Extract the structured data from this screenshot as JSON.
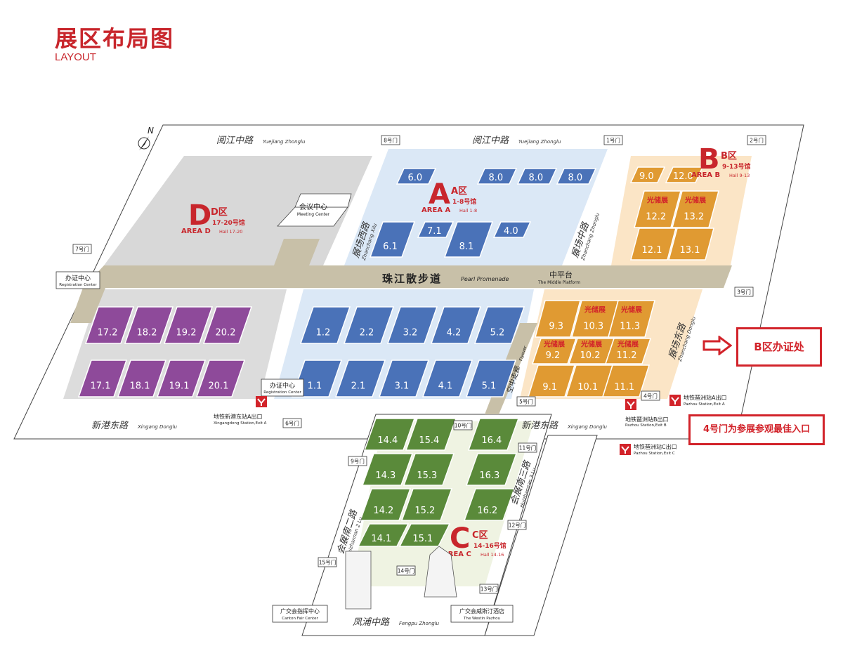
{
  "header": {
    "title": "展区布局图",
    "subtitle": "LAYOUT"
  },
  "colors": {
    "area_a": "#4a72b8",
    "area_b": "#e09a32",
    "area_c": "#5a8a3a",
    "area_d": "#8e4a9a",
    "accent_red": "#c8262c"
  },
  "icons": {
    "north": "compass-north-icon",
    "metro": "metro-station-icon",
    "arrow": "arrow-right-icon"
  },
  "north_label": "N",
  "roads": {
    "yuejiang_west": {
      "cn": "阅江中路",
      "en": "Yuejiang Zhonglu"
    },
    "yuejiang_east": {
      "cn": "阅江中路",
      "en": "Yuejiang Zhonglu"
    },
    "xingang_west": {
      "cn": "新港东路",
      "en": "Xingang Donglu"
    },
    "xingang_east": {
      "cn": "新港东路",
      "en": "Xingang Donglu"
    },
    "zhanchang_xi": {
      "cn": "展场西路",
      "en": "Zhanchang Xilu"
    },
    "zhanchang_zhong": {
      "cn": "展场中路",
      "en": "Zhanchang Zhonglu"
    },
    "zhanchang_dong": {
      "cn": "展场东路",
      "en": "Zhanchang Donglu"
    },
    "huizhan_nan_er": {
      "cn": "会展南二路",
      "en": "Huizhannan 2 Lu"
    },
    "huizhan_nan_san": {
      "cn": "会展南三路",
      "en": "Huizhannan 3 Lu"
    },
    "fengpu": {
      "cn": "凤浦中路",
      "en": "Fengpu Zhonglu"
    }
  },
  "promenade": {
    "cn": "珠江散步道",
    "en": "Pearl Promenade"
  },
  "middle_platform": {
    "cn": "中平台",
    "en": "The Middle Platform"
  },
  "flyover": {
    "cn": "空中走廊",
    "en": "Flyover"
  },
  "meeting_center": {
    "cn": "会议中心",
    "en": "Meeting Center"
  },
  "registration_west": {
    "cn": "办证中心",
    "en": "Registration Center"
  },
  "registration_mid": {
    "cn": "办证中心",
    "en": "Registration Center"
  },
  "areas": {
    "A": {
      "letter": "A",
      "cn": "A区",
      "halls": "1-8号馆",
      "en": "AREA A",
      "en_halls": "Hall 1-8"
    },
    "B": {
      "letter": "B",
      "cn": "B区",
      "halls": "9-13号馆",
      "en": "AREA B",
      "en_halls": "Hall 9-13"
    },
    "C": {
      "letter": "C",
      "cn": "C区",
      "halls": "14-16号馆",
      "en": "AREA C",
      "en_halls": "Hall 14-16"
    },
    "D": {
      "letter": "D",
      "cn": "D区",
      "halls": "17-20号馆",
      "en": "AREA D",
      "en_halls": "Hall 17-20"
    }
  },
  "halls_a": [
    "6.0",
    "8.0",
    "8.0",
    "8.0",
    "6.1",
    "7.1",
    "8.1",
    "4.0",
    "1.2",
    "2.2",
    "3.2",
    "4.2",
    "5.2",
    "1.1",
    "2.1",
    "3.1",
    "4.1",
    "5.1"
  ],
  "halls_b": [
    "9.0",
    "12.0",
    "12.2",
    "13.2",
    "12.1",
    "13.1",
    "9.3",
    "10.3",
    "11.3",
    "9.2",
    "10.2",
    "11.2",
    "9.1",
    "10.1",
    "11.1"
  ],
  "halls_c": [
    "14.4",
    "15.4",
    "16.4",
    "14.3",
    "15.3",
    "16.3",
    "14.2",
    "15.2",
    "16.2",
    "14.1",
    "15.1"
  ],
  "halls_d": [
    "17.2",
    "18.2",
    "19.2",
    "20.2",
    "17.1",
    "18.1",
    "19.1",
    "20.1"
  ],
  "solar_label": "光储展",
  "gates": [
    "1号门",
    "2号门",
    "3号门",
    "4号门",
    "5号门",
    "6号门",
    "7号门",
    "8号门",
    "9号门",
    "10号门",
    "11号门",
    "12号门",
    "13号门",
    "14号门",
    "15号门"
  ],
  "metro": {
    "xingangdong_a": {
      "cn": "地铁新港东站A出口",
      "en": "Xingangdong Station,Exit A"
    },
    "pazhou_a": {
      "cn": "地铁琶洲站A出口",
      "en": "Pazhou Station,Exit A"
    },
    "pazhou_b": {
      "cn": "地铁琶洲站B出口",
      "en": "Pazhou Station,Exit B"
    },
    "pazhou_c": {
      "cn": "地铁琶洲站C出口",
      "en": "Pazhou Station,Exit C"
    }
  },
  "landmarks": {
    "canton_center": {
      "cn": "广交会指挥中心",
      "en": "Canton Fair Center"
    },
    "westin": {
      "cn": "广交会威斯汀酒店",
      "en": "The Westin Pazhou"
    }
  },
  "callouts": {
    "b_registration": "B区办证处",
    "gate4_tip": "4号门为参展参观最佳入口"
  }
}
